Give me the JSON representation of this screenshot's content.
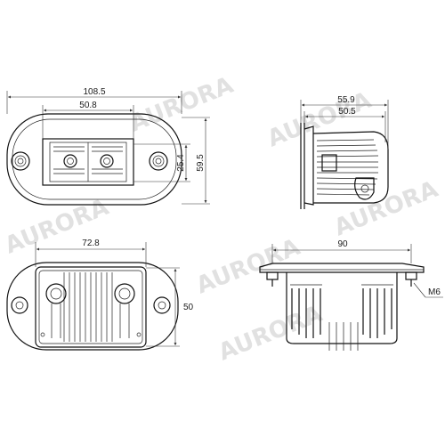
{
  "watermark": "AURORA",
  "views": {
    "front": {
      "dims": {
        "overall_width": "108.5",
        "lens_width": "50.8",
        "lens_height": "25.4",
        "overall_height": "59.5"
      }
    },
    "side": {
      "dims": {
        "depth_total": "55.9",
        "depth_body": "50.5"
      }
    },
    "rear": {
      "dims": {
        "body_width": "72.8",
        "height": "50"
      }
    },
    "bottom": {
      "dims": {
        "bolt_spacing": "90",
        "thread": "M6"
      }
    }
  }
}
